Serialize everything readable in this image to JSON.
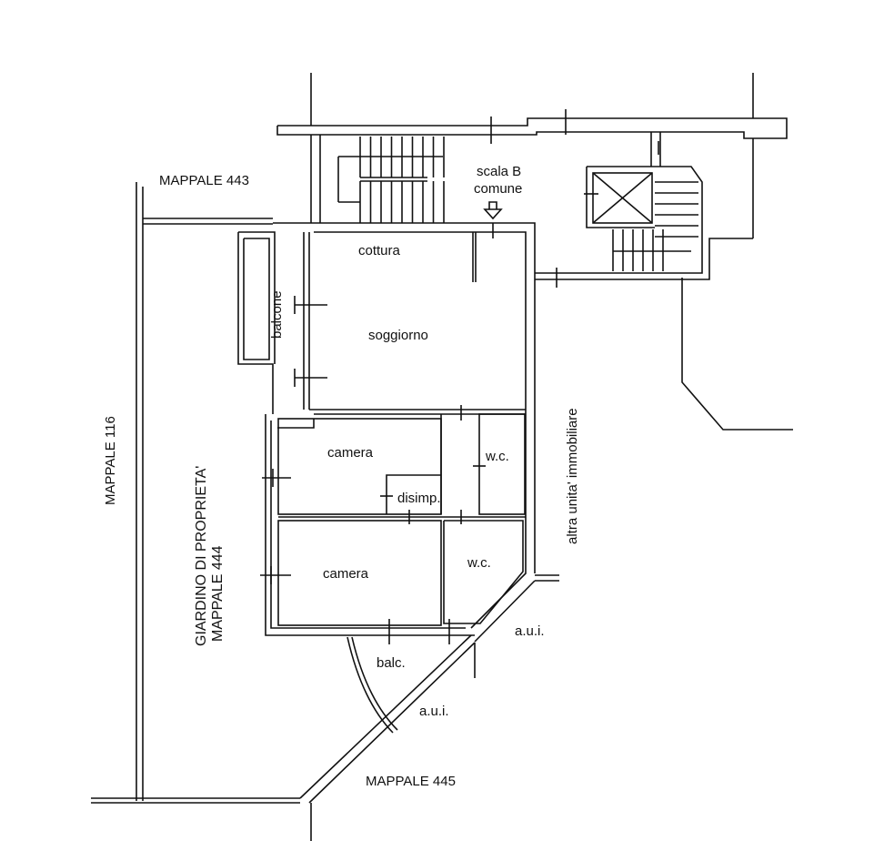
{
  "labels": {
    "mappale_443": "MAPPALE 443",
    "mappale_116": "MAPPALE 116",
    "mappale_445": "MAPPALE 445",
    "giardino_line1": "GIARDINO DI PROPRIETA'",
    "giardino_line2": "MAPPALE 444",
    "scala_line1": "scala B",
    "scala_line2": "comune",
    "altra_unita": "altra unita' immobiliare",
    "aui_right": "a.u.i.",
    "aui_bottom": "a.u.i."
  },
  "rooms": {
    "cottura": "cottura",
    "soggiorno": "soggiorno",
    "balcone": "balcone",
    "camera_1": "camera",
    "camera_2": "camera",
    "disimp": "disimp.",
    "wc_1": "w.c.",
    "wc_2": "w.c.",
    "balc": "balc."
  }
}
